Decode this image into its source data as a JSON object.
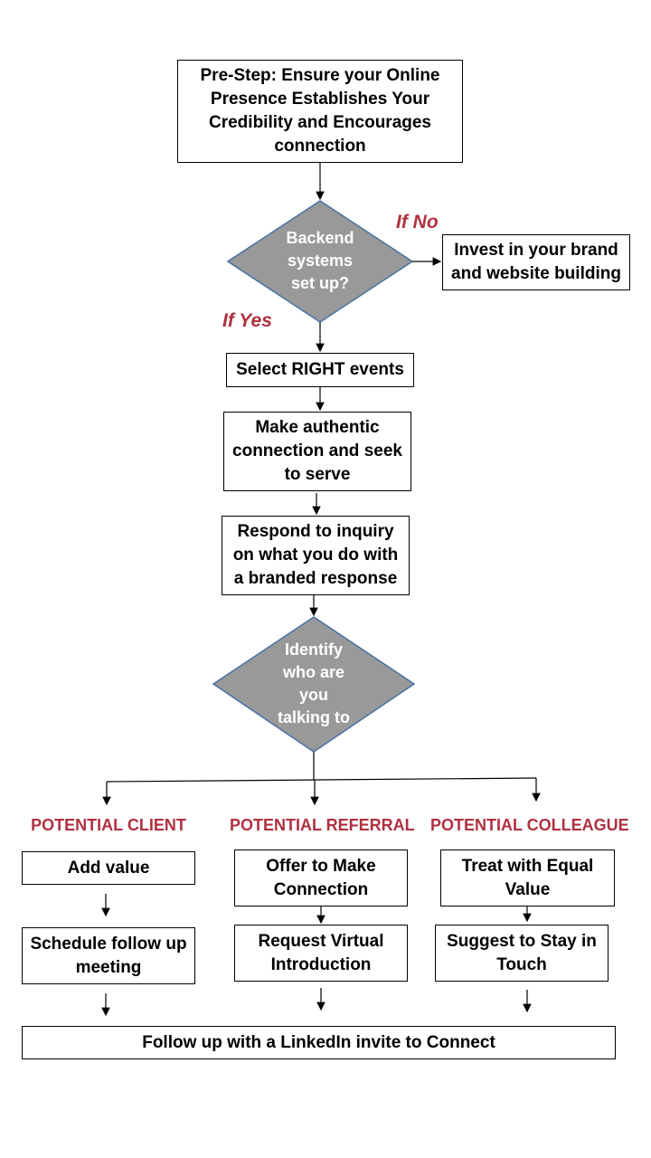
{
  "nodes": {
    "pre_step": "Pre-Step: Ensure your Online Presence Establishes Your Credibility and Encourages connection",
    "backend_decision": "Backend systems set up?",
    "if_no": "If No",
    "invest": "Invest in your brand and website building",
    "if_yes": "If Yes",
    "select_events": "Select RIGHT events",
    "authentic": "Make authentic connection and seek to serve",
    "respond": "Respond to inquiry on what you do with a branded response",
    "identify_decision": "Identify who are you talking to",
    "final": "Follow up with a LinkedIn invite to Connect"
  },
  "branches": [
    {
      "category": "POTENTIAL CLIENT",
      "step1": "Add value",
      "step2": "Schedule follow up meeting"
    },
    {
      "category": "POTENTIAL REFERRAL",
      "step1": "Offer to Make Connection",
      "step2": "Request Virtual Introduction"
    },
    {
      "category": "POTENTIAL COLLEAGUE",
      "step1": "Treat with Equal Value",
      "step2": "Suggest to Stay in Touch"
    }
  ],
  "colors": {
    "diamond_fill": "#999999",
    "diamond_stroke": "#4a6fa5",
    "accent_red": "#b03040"
  }
}
